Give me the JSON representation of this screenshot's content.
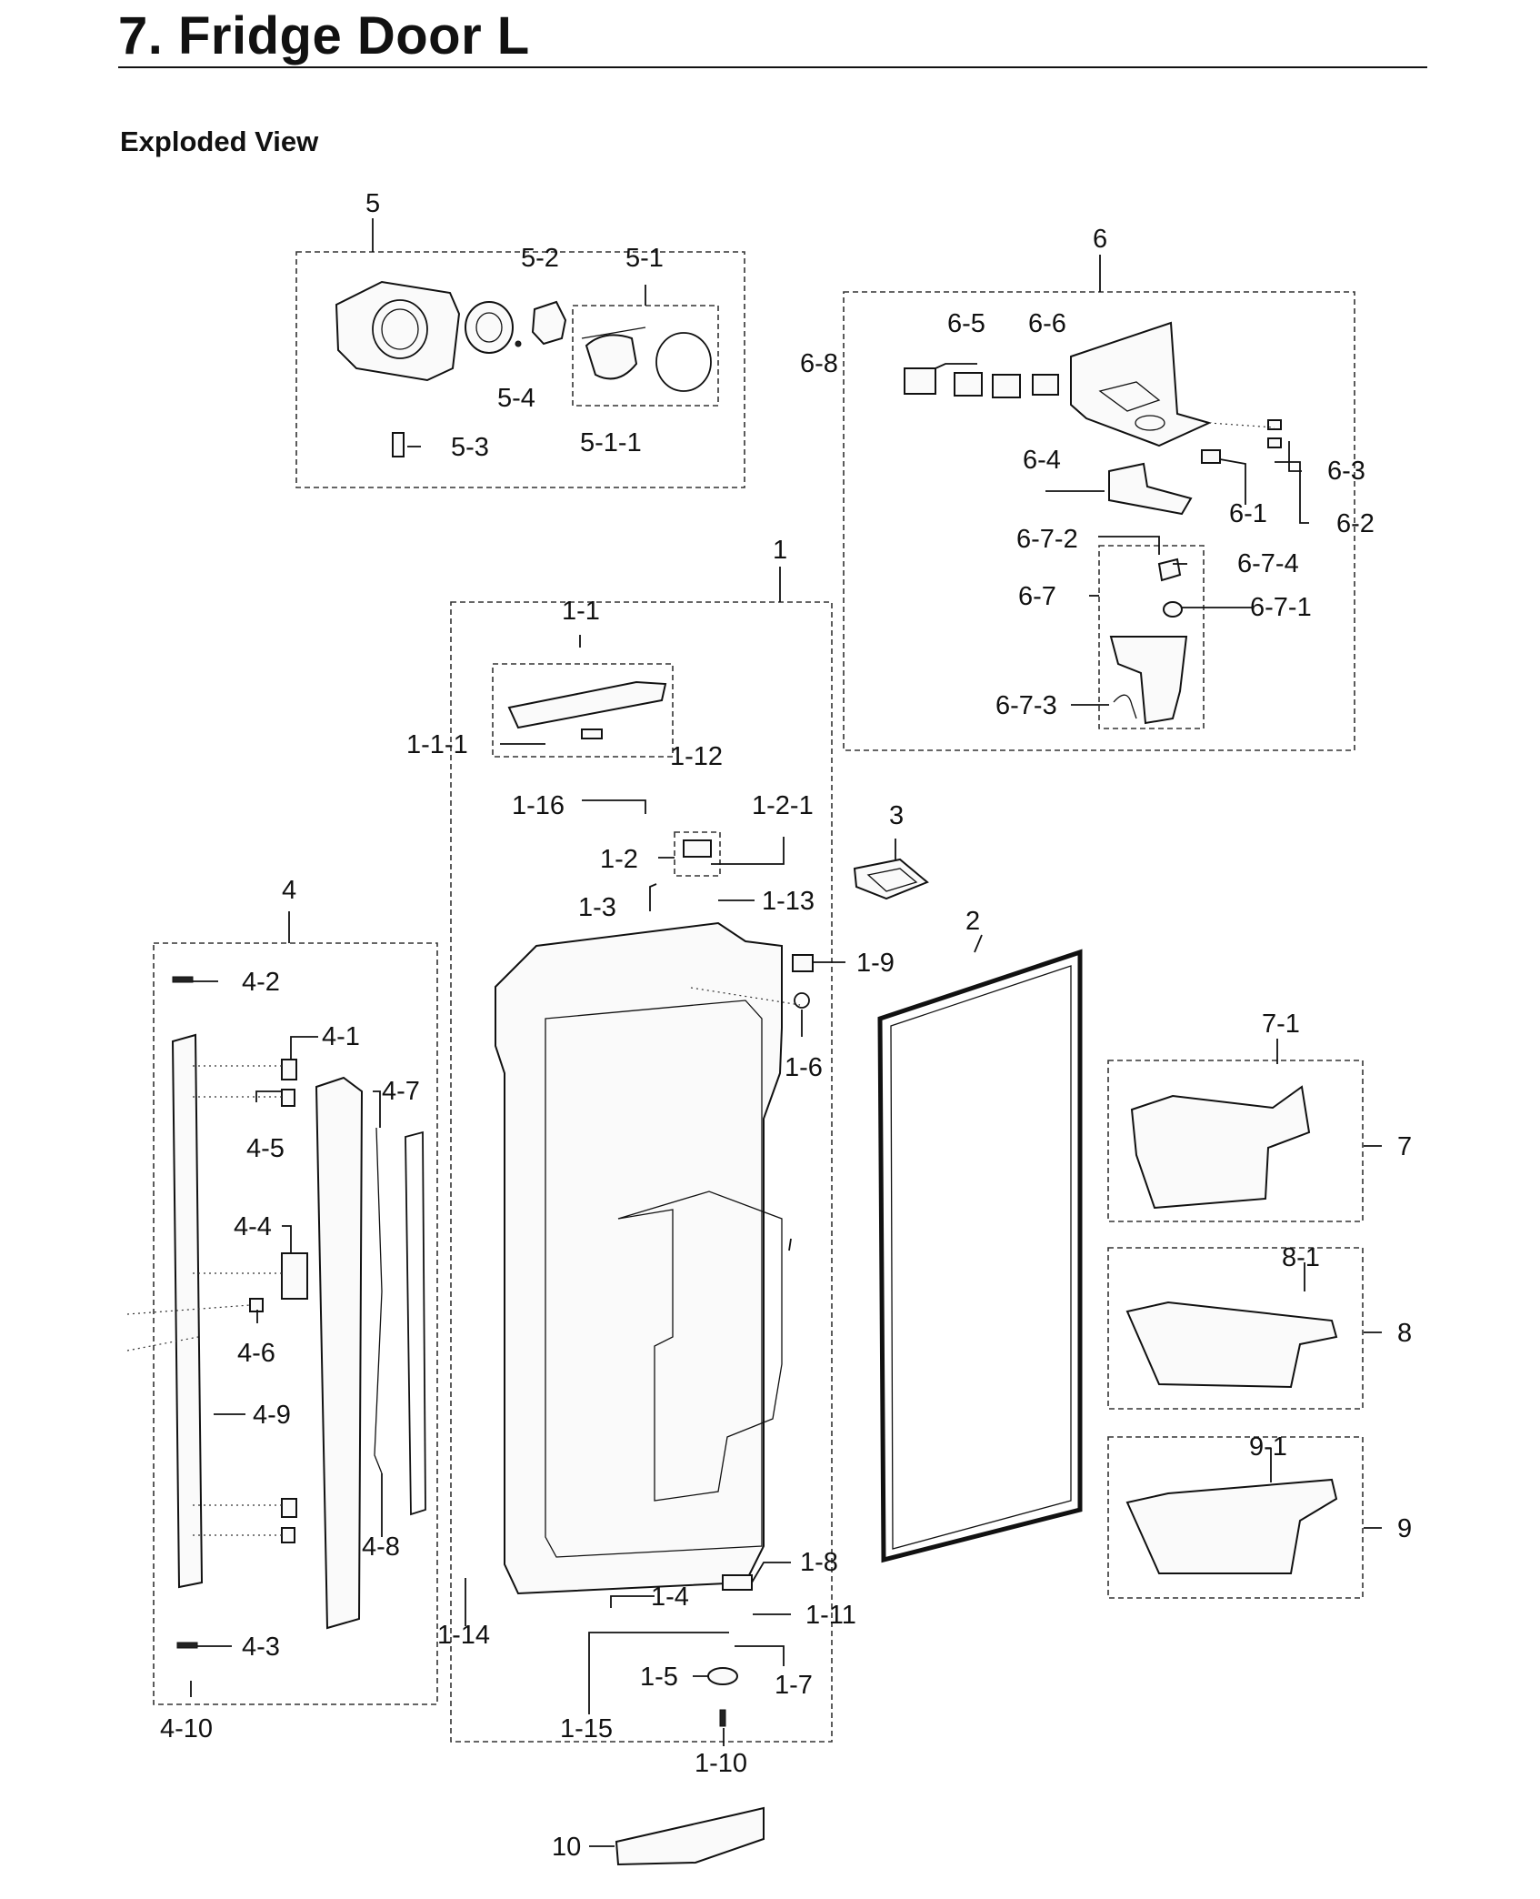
{
  "header": {
    "title": "7.  Fridge Door L",
    "section": "Exploded View"
  },
  "callouts": {
    "g5": "5",
    "g5_2": "5-2",
    "g5_1": "5-1",
    "g5_4": "5-4",
    "g5_1_1": "5-1-1",
    "g5_3": "5-3",
    "g6": "6",
    "g6_5": "6-5",
    "g6_6": "6-6",
    "g6_8": "6-8",
    "g6_3": "6-3",
    "g6_4": "6-4",
    "g6_1": "6-1",
    "g6_2": "6-2",
    "g6_7_2": "6-7-2",
    "g6_7_4": "6-7-4",
    "g6_7": "6-7",
    "g6_7_1": "6-7-1",
    "g6_7_3": "6-7-3",
    "g1": "1",
    "g1_1": "1-1",
    "g1_1_1": "1-1-1",
    "g1_12": "1-12",
    "g1_16": "1-16",
    "g1_2_1": "1-2-1",
    "g1_2": "1-2",
    "g1_3": "1-3",
    "g1_13": "1-13",
    "g1_9": "1-9",
    "g1_6": "1-6",
    "g1_8": "1-8",
    "g1_4": "1-4",
    "g1_11": "1-11",
    "g1_14": "1-14",
    "g1_5": "1-5",
    "g1_7": "1-7",
    "g1_15": "1-15",
    "g1_10": "1-10",
    "g2": "2",
    "g3": "3",
    "g4": "4",
    "g4_2": "4-2",
    "g4_1": "4-1",
    "g4_7": "4-7",
    "g4_5": "4-5",
    "g4_4": "4-4",
    "g4_6": "4-6",
    "g4_9": "4-9",
    "g4_8": "4-8",
    "g4_3": "4-3",
    "g4_10": "4-10",
    "g7": "7",
    "g7_1": "7-1",
    "g8": "8",
    "g8_1": "8-1",
    "g9": "9",
    "g9_1": "9-1",
    "g10": "10"
  }
}
